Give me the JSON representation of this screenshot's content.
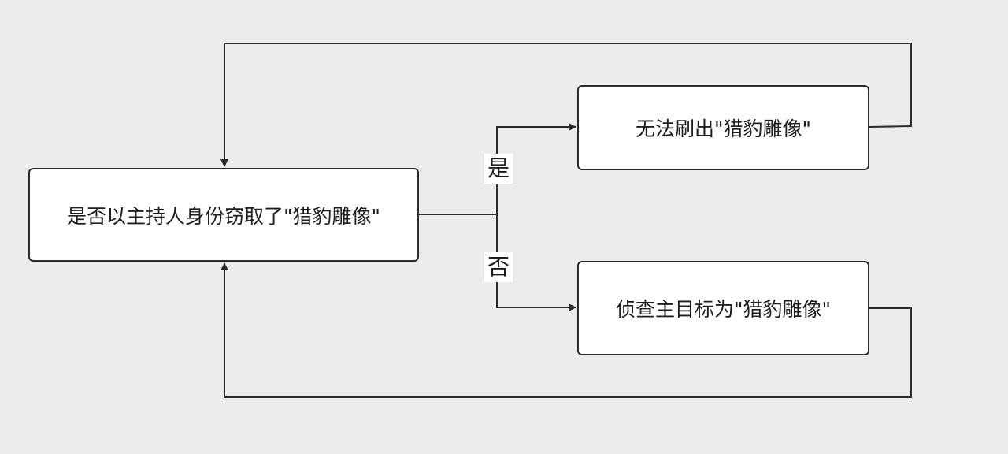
{
  "nodes": {
    "decision": "是否以主持人身份窃取了\"猎豹雕像\"",
    "yes_result": "无法刷出\"猎豹雕像\"",
    "no_result": "侦查主目标为\"猎豹雕像\""
  },
  "edge_labels": {
    "yes": "是",
    "no": "否"
  },
  "colors": {
    "background": "#ebeced",
    "node_fill": "#ffffff",
    "stroke": "#2b2b2b"
  }
}
